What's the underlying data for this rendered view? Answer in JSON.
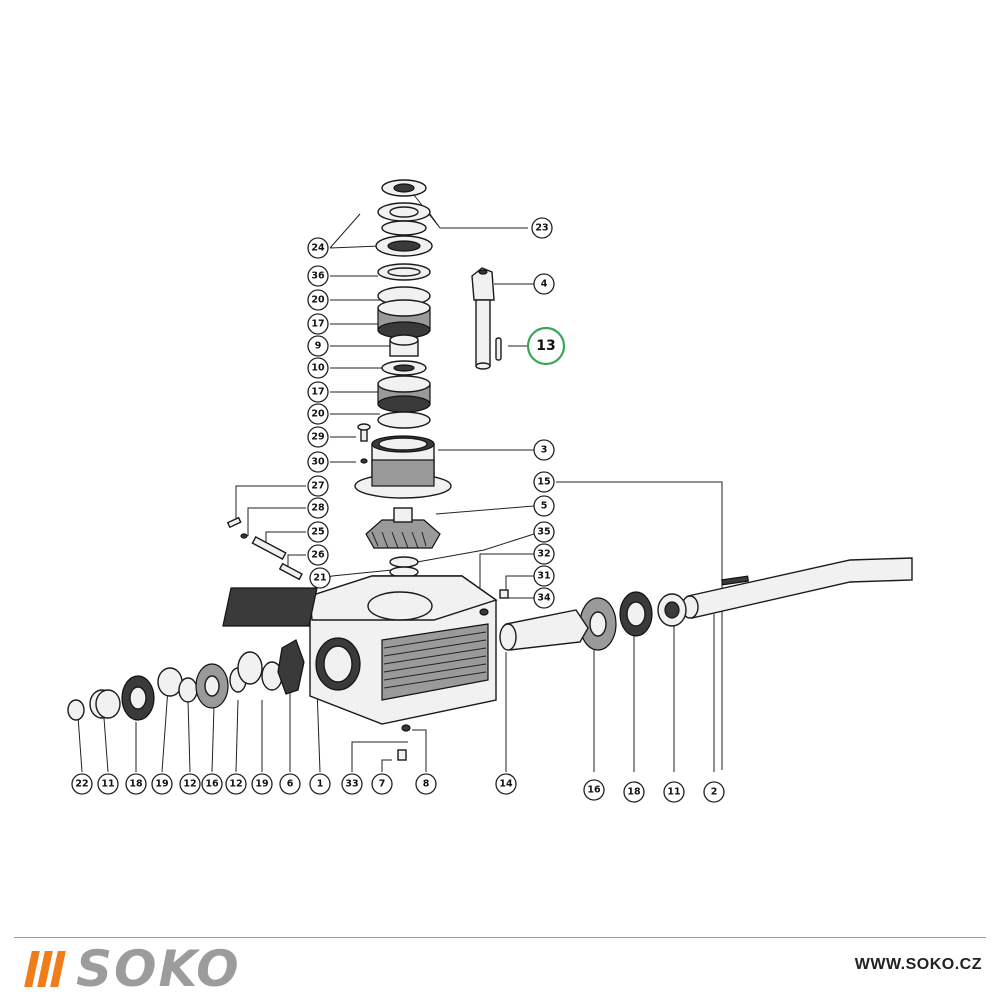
{
  "callouts": [
    "23",
    "24",
    "36",
    "20",
    "17",
    "9",
    "10",
    "17",
    "20",
    "29",
    "30",
    "27",
    "28",
    "25",
    "26",
    "21",
    "4",
    "13",
    "3",
    "15",
    "5",
    "35",
    "32",
    "31",
    "34",
    "22",
    "11",
    "18",
    "19",
    "12",
    "16",
    "12",
    "19",
    "6",
    "1",
    "33",
    "7",
    "8",
    "14",
    "16",
    "18",
    "11",
    "2"
  ],
  "highlighted_callout": "13",
  "colors": {
    "highlight": "#3aa655",
    "brand_orange": "#f07d1a",
    "brand_gray": "#9c9c9c"
  },
  "footer": {
    "brand": "SOKO",
    "website": "WWW.SOKO.CZ"
  }
}
